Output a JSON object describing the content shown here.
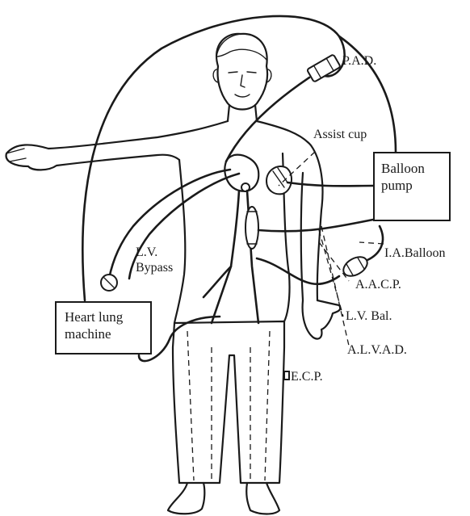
{
  "labels": {
    "pad": "P.A.D.",
    "assist_cup": "Assist cup",
    "balloon_pump_line1": "Balloon",
    "balloon_pump_line2": "pump",
    "lv_bypass_line1": "L.V.",
    "lv_bypass_line2": "Bypass",
    "heart_lung_line1": "Heart lung",
    "heart_lung_line2": "machine",
    "ia_balloon": "I.A.Balloon",
    "aacp": "A.A.C.P.",
    "lv_bal": "L.V. Bal.",
    "alvad": "A.L.V.A.D.",
    "ecp": "E.C.P."
  }
}
